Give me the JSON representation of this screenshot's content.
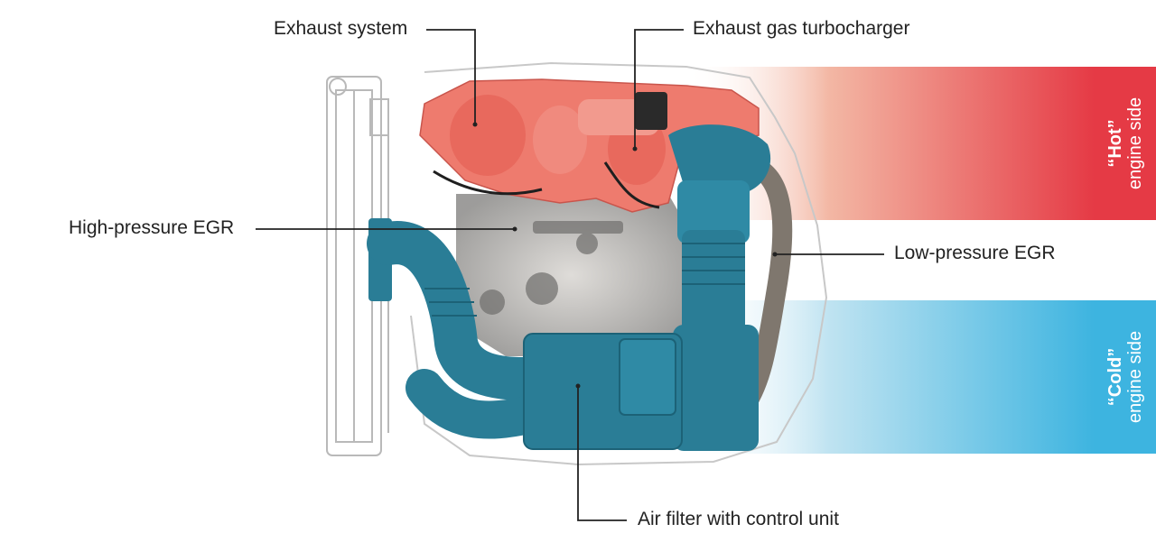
{
  "labels": {
    "exhaust_system": "Exhaust system",
    "turbocharger": "Exhaust gas turbocharger",
    "hp_egr": "High-pressure EGR",
    "lp_egr": "Low-pressure EGR",
    "air_filter": "Air filter with control unit"
  },
  "sides": {
    "hot_title": "“Hot”",
    "hot_sub": "engine side",
    "cold_title": "“Cold”",
    "cold_sub": "engine side"
  },
  "colors": {
    "hot": "#e53a45",
    "cold": "#3db4e0",
    "engine_hot": "#ee7b6e",
    "engine_cold": "#2a7d96",
    "leader": "#222222"
  }
}
